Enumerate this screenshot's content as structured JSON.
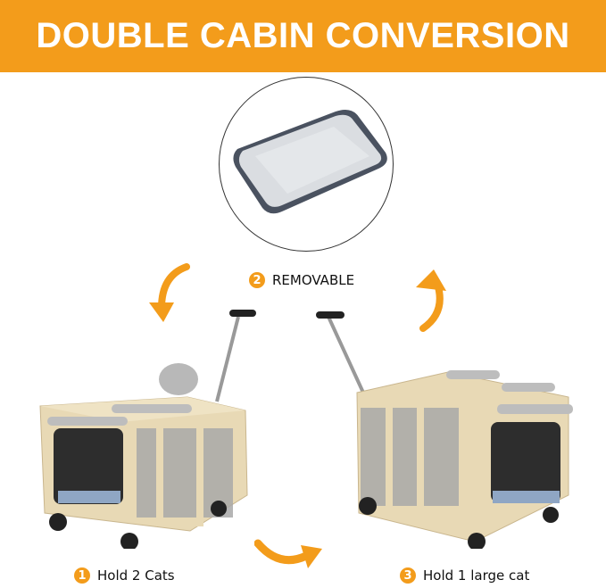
{
  "banner": {
    "title": "DOUBLE CABIN CONVERSION",
    "color": "#F39C1B"
  },
  "steps": [
    {
      "number": "1",
      "label": "Hold 2 Cats"
    },
    {
      "number": "2",
      "label": "REMOVABLE"
    },
    {
      "number": "3",
      "label": "Hold 1 large cat"
    }
  ],
  "images": {
    "divider_pad": "removable-divider-pad",
    "left_carrier": "pet-carrier-two-cats",
    "right_carrier": "pet-carrier-one-large-cat"
  },
  "colors": {
    "accent": "#F39C1B",
    "carrier_body": "#E8D9B5",
    "mesh": "#A8A8A8",
    "pad": "#DADDE1",
    "pad_edge": "#4A5260"
  }
}
